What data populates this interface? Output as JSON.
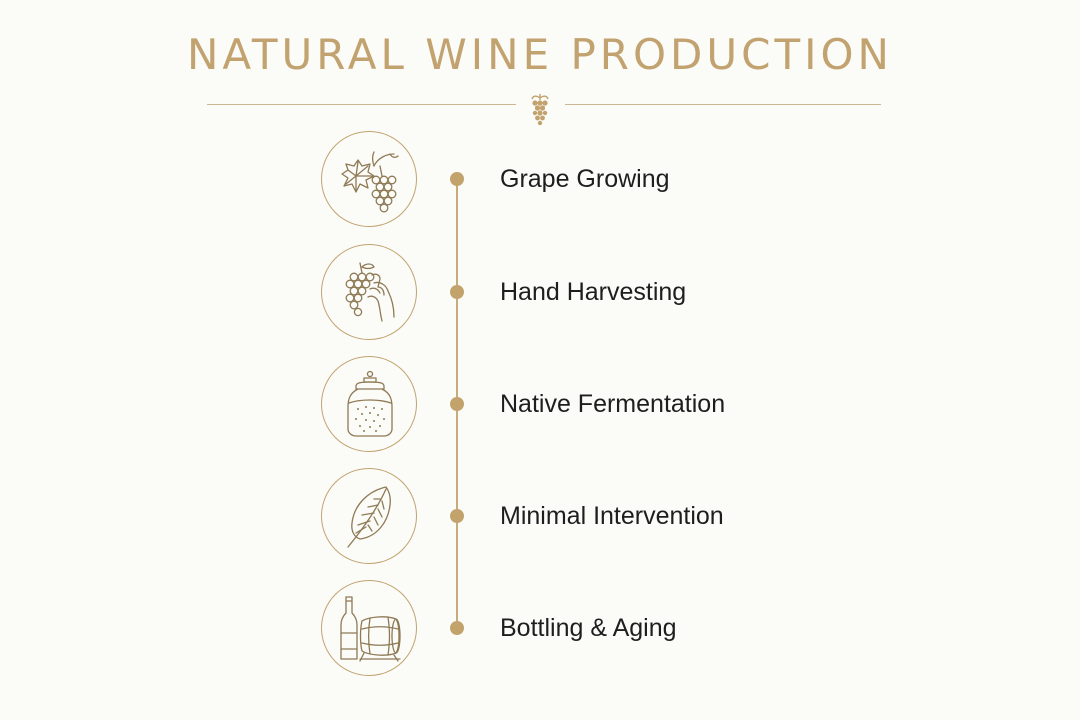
{
  "title": "NATURAL WINE PRODUCTION",
  "colors": {
    "accent": "#c2a36f",
    "text": "#1e1e1e",
    "background": "#fbfbf8"
  },
  "divider_icon": "grape-cluster-icon",
  "steps": [
    {
      "label": "Grape Growing",
      "icon": "grape-vine-icon"
    },
    {
      "label": "Hand Harvesting",
      "icon": "hand-harvest-icon"
    },
    {
      "label": "Native Fermentation",
      "icon": "fermentation-jar-icon"
    },
    {
      "label": "Minimal Intervention",
      "icon": "leaf-icon"
    },
    {
      "label": "Bottling & Aging",
      "icon": "bottle-barrel-icon"
    }
  ]
}
